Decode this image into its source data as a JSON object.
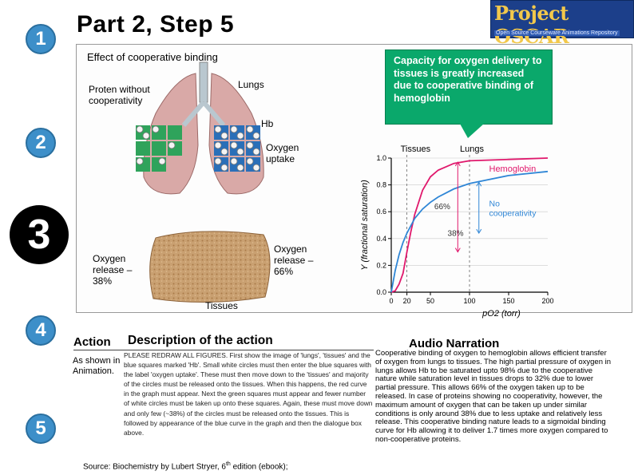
{
  "steps": [
    "1",
    "2",
    "3",
    "4",
    "5"
  ],
  "title": "Part 2, Step 5",
  "logo": {
    "main": "Project",
    "main2": "OSCAR",
    "sub": "Open Source Courseware Animations Repository"
  },
  "diagram": {
    "heading": "Effect of cooperative binding",
    "label_protein": "Proten without cooperativity",
    "label_lungs": "Lungs",
    "label_hb": "Hb",
    "label_uptake": "Oxygen uptake",
    "label_release_left": "Oxygen release – 38%",
    "label_release_right": "Oxygen release – 66%",
    "label_tissues": "Tissues"
  },
  "callout": "Capacity for oxygen delivery to tissues is greatly increased due to cooperative binding of hemoglobin",
  "chart_data": {
    "type": "line",
    "xlabel": "pO2 (torr)",
    "ylabel": "Y (fractional saturation)",
    "xlim": [
      0,
      200
    ],
    "ylim": [
      0,
      1.0
    ],
    "x_ticks": [
      "0",
      "20",
      "50",
      "100",
      "150",
      "200"
    ],
    "y_ticks": [
      "0.0",
      "0.2",
      "0.4",
      "0.6",
      "0.8",
      "1.0"
    ],
    "markers": {
      "tissues": "Tissues",
      "lungs": "Lungs"
    },
    "annotations": [
      "66%",
      "38%"
    ],
    "series": [
      {
        "name": "Hemoglobin",
        "color": "#e0186c",
        "x": [
          0,
          5,
          10,
          15,
          20,
          25,
          30,
          40,
          50,
          60,
          80,
          100,
          150,
          200
        ],
        "y": [
          0,
          0.01,
          0.06,
          0.14,
          0.3,
          0.45,
          0.58,
          0.76,
          0.86,
          0.91,
          0.96,
          0.98,
          0.99,
          1.0
        ]
      },
      {
        "name": "No cooperativity",
        "color": "#2f86d6",
        "x": [
          0,
          5,
          10,
          15,
          20,
          30,
          40,
          50,
          60,
          80,
          100,
          150,
          200
        ],
        "y": [
          0,
          0.16,
          0.28,
          0.37,
          0.44,
          0.55,
          0.62,
          0.67,
          0.71,
          0.77,
          0.81,
          0.87,
          0.9
        ]
      }
    ]
  },
  "table": {
    "hdr_action": "Action",
    "hdr_desc": "Description of the action",
    "hdr_audio": "Audio Narration",
    "action": "As shown in Animation.",
    "description": "PLEASE REDRAW ALL FIGURES. First show the image of 'lungs', 'tissues' and the blue squares marked 'Hb'. Small white circles must then enter the blue squares with the label 'oxygen uptake'. These must then move down to the 'tissues' and majority of the circles must be released onto the tissues. When this happens, the red curve in the graph must appear. Next the green squares must appear and fewer number of white circles must be taken up onto these squares. Again, these must move down and only few (~38%) of the circles must be released onto the tissues. This is followed by appearance of the blue curve in the graph and then the dialogue box above.",
    "audio": "Cooperative binding of oxygen to hemoglobin allows efficient transfer of oxygen from lungs to tissues. The high partial pressure of oxygen in lungs allows Hb to be saturated upto 98% due to the cooperative nature while saturation level in tissues drops to 32% due to lower partial pressure. This allows 66% of the oxygen taken up to be released. In case of proteins showing no cooperativity, however, the maximum amount of oxygen that can be taken up under similar conditions is only around 38% due to less uptake and relatively less release. This cooperative binding nature leads to a sigmoidal binding curve for Hb allowing it to deliver 1.7 times more oxygen compared to non-cooperative proteins.",
    "source": "Source: Biochemistry by Lubert Stryer, 6",
    "source_sup": "th",
    "source_tail": " edition (ebook);"
  }
}
